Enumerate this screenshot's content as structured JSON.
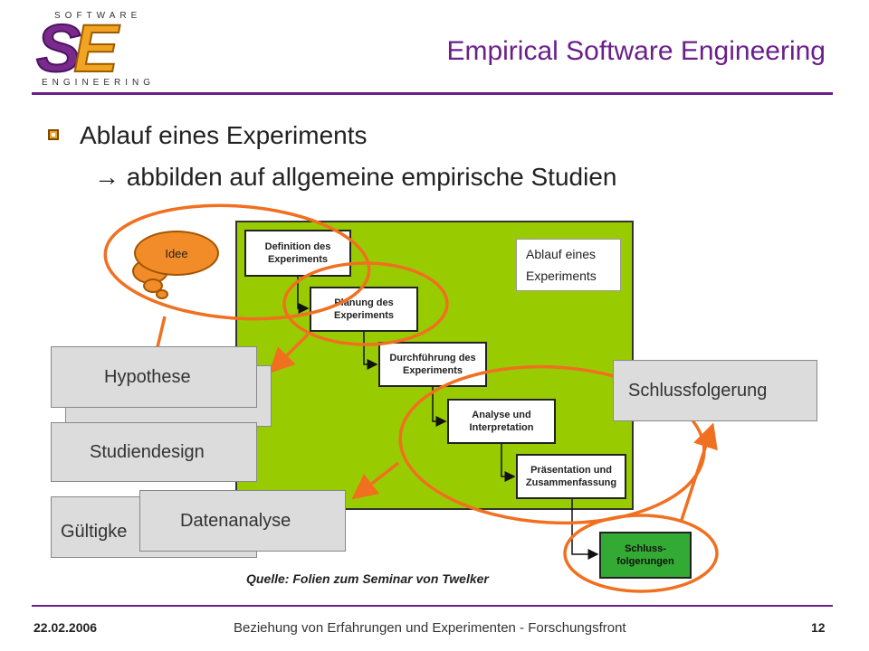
{
  "logo": {
    "top": "SOFTWARE",
    "letters_s": "S",
    "letters_e": "E",
    "bottom": "ENGINEERING"
  },
  "header": {
    "title": "Empirical Software Engineering"
  },
  "bullets": {
    "line1": "Ablauf eines Experiments",
    "line2": "abbilden auf allgemeine empirische Studien",
    "arrow_glyph": "→"
  },
  "diagram": {
    "idee": "Idee",
    "definition": [
      "Definition des",
      "Experiments"
    ],
    "planung": [
      "Planung des",
      "Experiments"
    ],
    "durchfuehrung": [
      "Durchführung des",
      "Experiments"
    ],
    "analyse": [
      "Analyse und",
      "Interpretation"
    ],
    "praesentation": [
      "Präsentation und",
      "Zusammenfassung"
    ],
    "schluss": [
      "Schluss-",
      "folgerungen"
    ],
    "legend": [
      "Ablauf eines",
      "Experiments"
    ]
  },
  "cards": {
    "hypothese": "Hypothese",
    "studiendesign": "Studiendesign",
    "gueltigkeit": "Gültigke",
    "datenanalyse": "Datenanalyse",
    "schlussfolgerung": "Schlussfolgerung"
  },
  "source": "Quelle: Folien zum Seminar von Twelker",
  "footer": {
    "date": "22.02.2006",
    "text": "Beziehung von Erfahrungen und Experimenten - Forschungsfront",
    "page": "12"
  },
  "colors": {
    "accent": "#6a1f8a",
    "orange": "#f07020",
    "green": "#99cc00"
  }
}
